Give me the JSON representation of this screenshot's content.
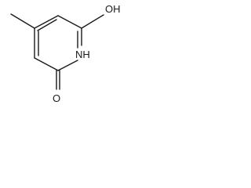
{
  "molecule": {
    "atoms": {
      "hydroxyl": "OH",
      "ring_nitrogen": "NH",
      "carbonyl_oxygen": "O"
    },
    "colors": {
      "ink": "#1a1a1a",
      "background": "#ffffff"
    }
  }
}
